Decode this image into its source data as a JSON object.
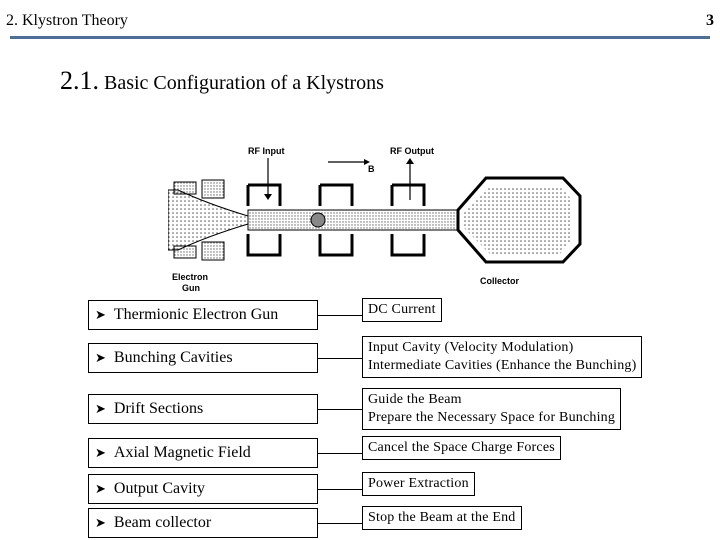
{
  "header": {
    "chapter": "2. Klystron Theory",
    "page_number": "3"
  },
  "section": {
    "number": "2.1.",
    "title": "Basic Configuration of a Klystrons"
  },
  "diagram": {
    "labels": {
      "rf_input": "RF Input",
      "rf_output": "RF Output",
      "b_field": "B",
      "electron": "Electron",
      "gun": "Gun",
      "collector": "Collector"
    }
  },
  "components": [
    {
      "name": "Thermionic Electron Gun",
      "desc": [
        "DC Current"
      ]
    },
    {
      "name": "Bunching Cavities",
      "desc": [
        "Input Cavity (Velocity Modulation)",
        "Intermediate Cavities (Enhance the Bunching)"
      ]
    },
    {
      "name": "Drift Sections",
      "desc": [
        "Guide the Beam",
        "Prepare the Necessary Space for Bunching"
      ]
    },
    {
      "name": "Axial Magnetic Field",
      "desc": [
        "Cancel the Space Charge Forces"
      ]
    },
    {
      "name": "Output Cavity",
      "desc": [
        "Power Extraction"
      ]
    },
    {
      "name": "Beam collector",
      "desc": [
        "Stop the Beam at the End"
      ]
    }
  ],
  "bullet_icon": "arrow-bullet-icon"
}
